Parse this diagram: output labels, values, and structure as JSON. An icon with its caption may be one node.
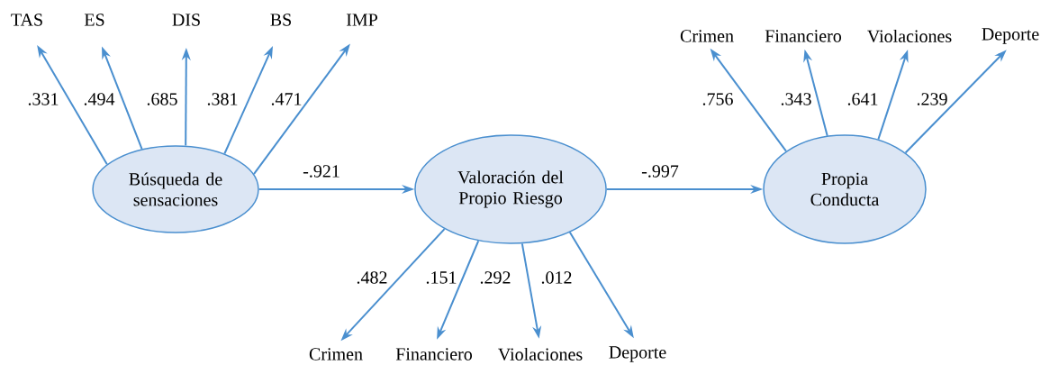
{
  "diagram": {
    "nodes": [
      {
        "text": [
          "Búsqueda de sensaciones"
        ]
      },
      {
        "text": [
          "Valoración del Propio Riesgo"
        ]
      },
      {
        "text": [
          "Propia Conducta"
        ]
      },
      {
        "text": [
          "TAS"
        ]
      },
      {
        "text": [
          "ES"
        ]
      },
      {
        "text": [
          "DIS"
        ]
      },
      {
        "text": [
          "BS"
        ]
      },
      {
        "text": [
          "IMP"
        ]
      },
      {
        "text": [
          "Crimen"
        ]
      },
      {
        "text": [
          "Financiero"
        ]
      },
      {
        "text": [
          "Violaciones"
        ]
      },
      {
        "text": [
          "Deporte"
        ]
      },
      {
        "text": [
          "Crimen"
        ]
      },
      {
        "text": [
          "Financiero"
        ]
      },
      {
        "text": [
          "Violaciones"
        ]
      },
      {
        "text": [
          "Deporte"
        ]
      }
    ],
    "edges": [
      {
        "from": 0,
        "to": 1,
        "arrow": "to",
        "label": "-.921"
      },
      {
        "from": 1,
        "to": 2,
        "arrow": "to",
        "label": "-.997"
      },
      {
        "from": 0,
        "to": 3,
        "arrow": "to",
        "label": ".331"
      },
      {
        "from": 0,
        "to": 4,
        "arrow": "to",
        "label": ".494"
      },
      {
        "from": 0,
        "to": 5,
        "arrow": "to",
        "label": ".685"
      },
      {
        "from": 0,
        "to": 6,
        "arrow": "to",
        "label": ".381"
      },
      {
        "from": 0,
        "to": 7,
        "arrow": "to",
        "label": ".471"
      },
      {
        "from": 2,
        "to": 8,
        "arrow": "to",
        "label": ".756"
      },
      {
        "from": 2,
        "to": 9,
        "arrow": "to",
        "label": ".343"
      },
      {
        "from": 2,
        "to": 10,
        "arrow": "to",
        "label": ".641"
      },
      {
        "from": 2,
        "to": 11,
        "arrow": "to",
        "label": ".239"
      },
      {
        "from": 1,
        "to": 12,
        "arrow": "to",
        "label": ".482"
      },
      {
        "from": 1,
        "to": 13,
        "arrow": "to",
        "label": ".151"
      },
      {
        "from": 1,
        "to": 14,
        "arrow": "to",
        "label": ".292"
      },
      {
        "from": 1,
        "to": 15,
        "arrow": "to",
        "label": ".012"
      }
    ]
  }
}
